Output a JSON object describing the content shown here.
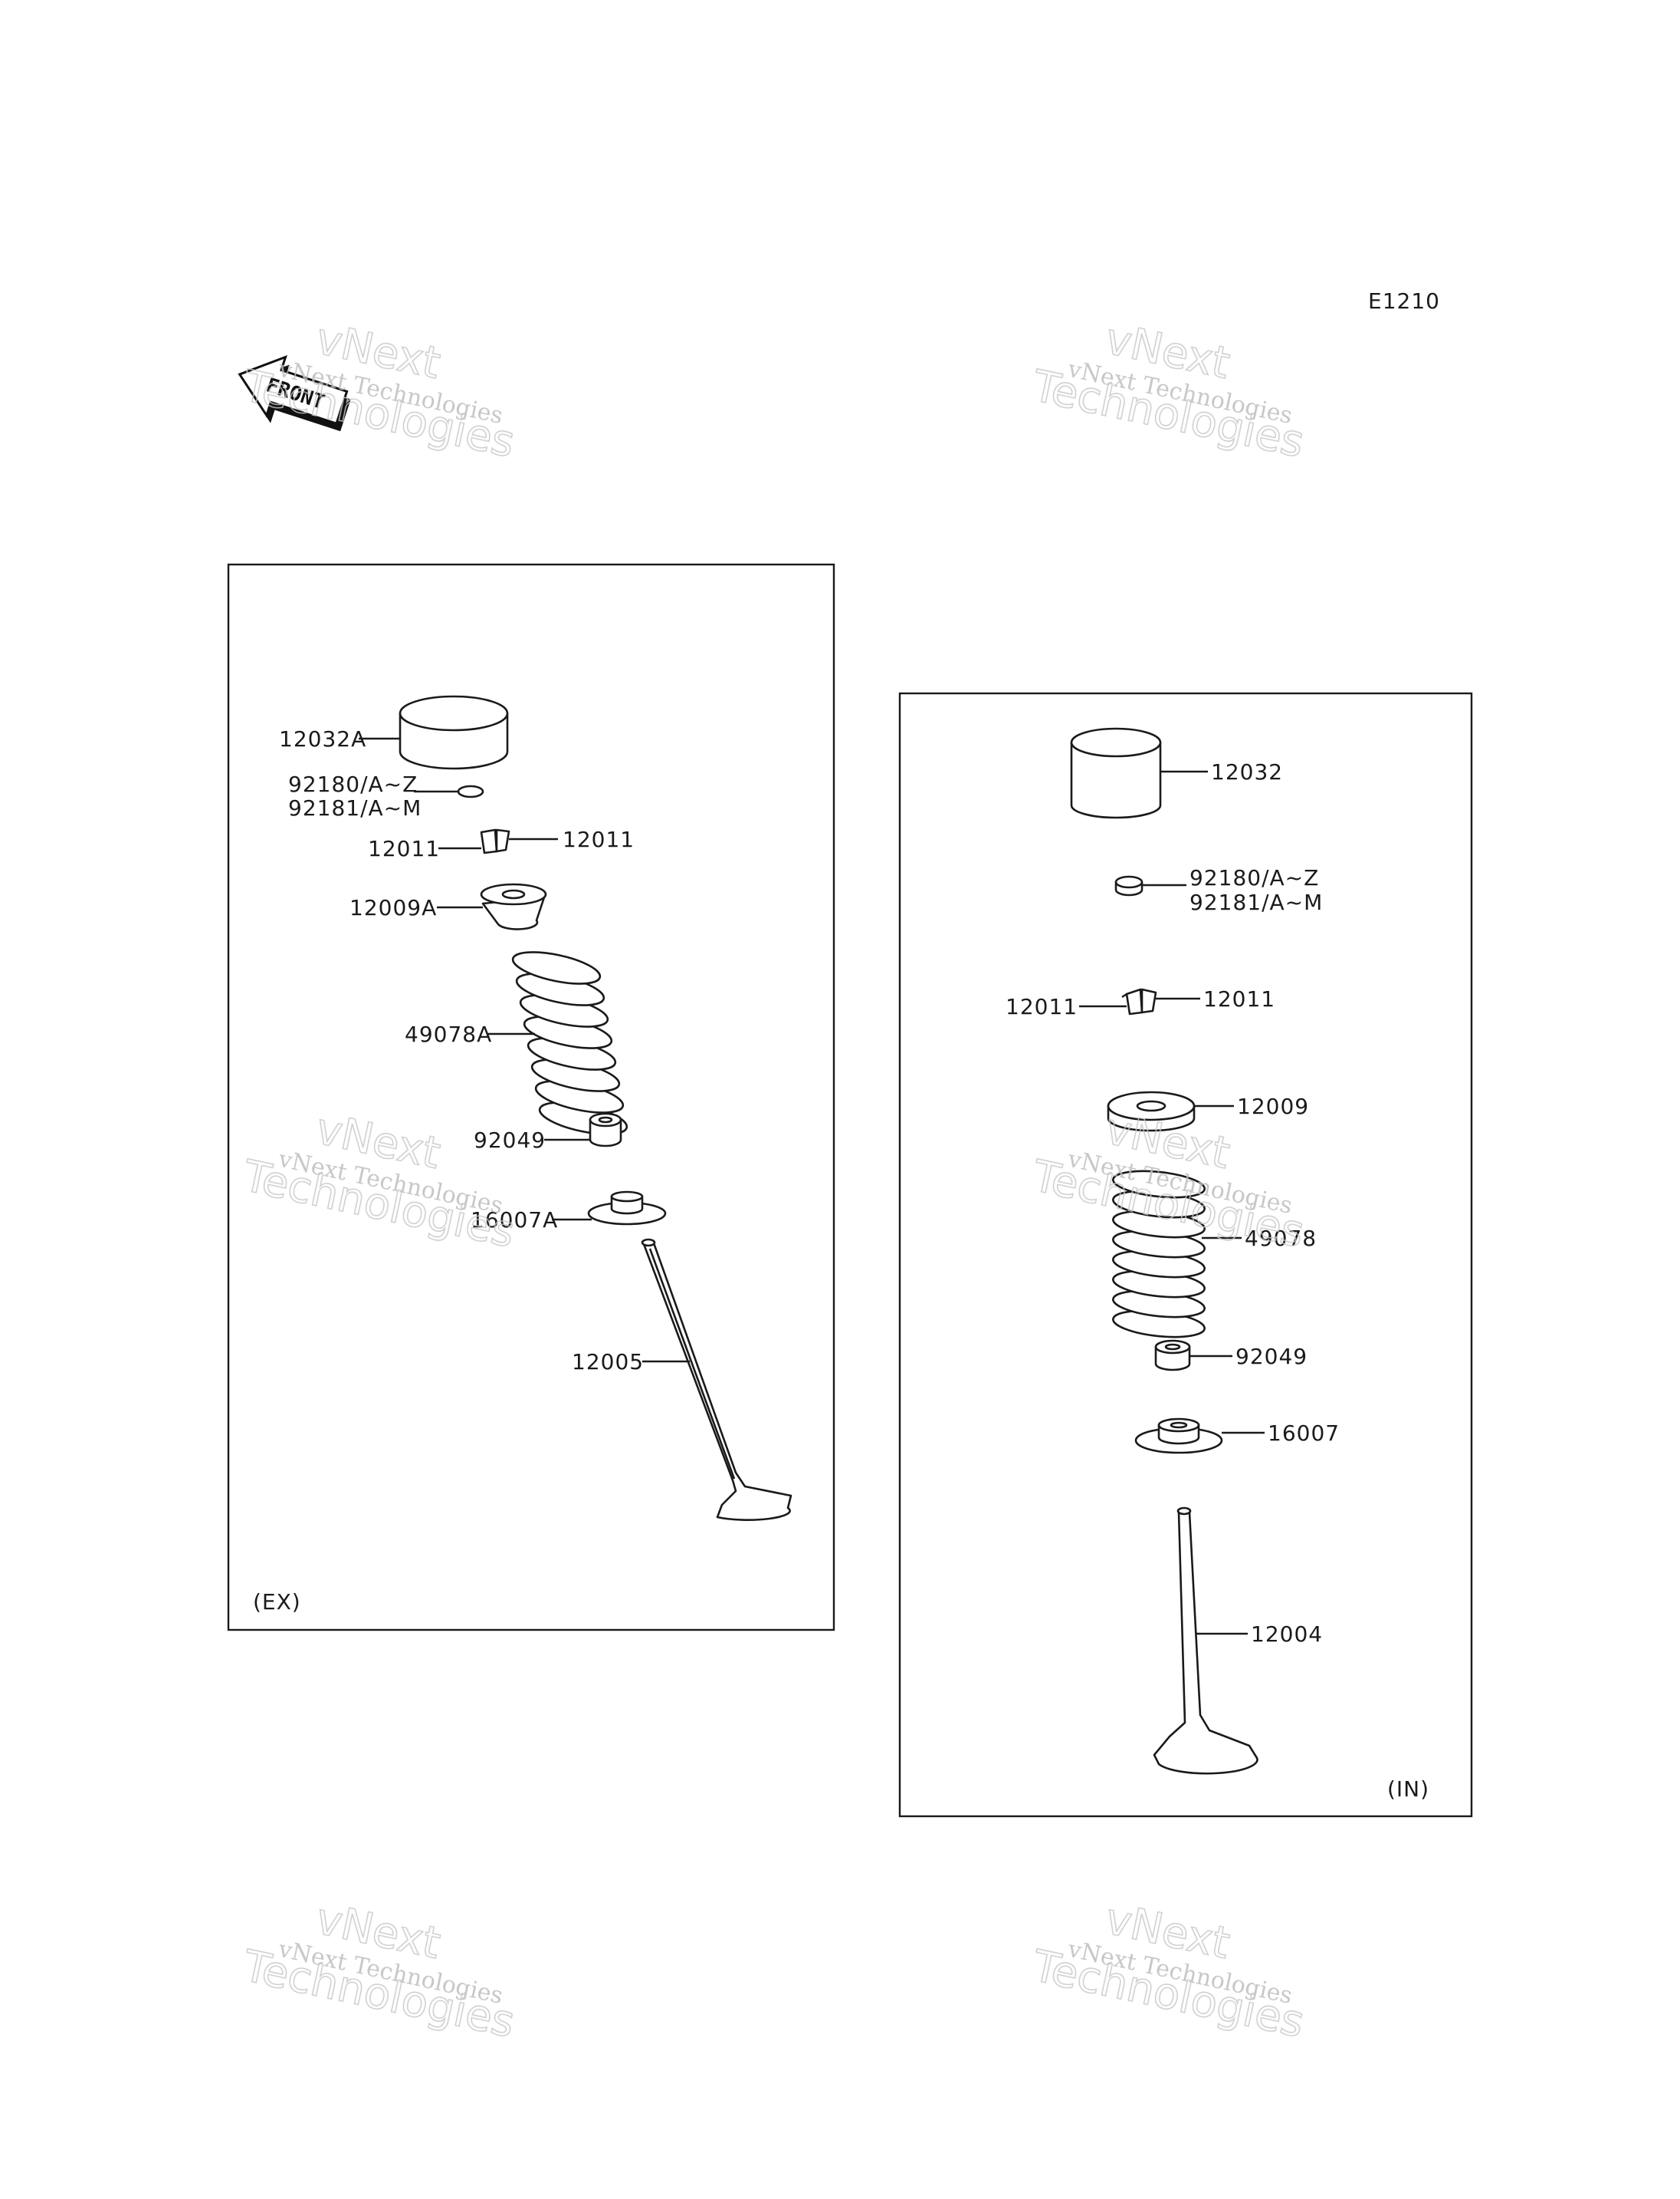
{
  "diagram_code": "E1210",
  "front_label": "FRONT",
  "watermark": {
    "line_small": "vNext Technologies",
    "line_big_1": "vNext",
    "line_big_2": "Technologies"
  },
  "panels": {
    "exhaust": {
      "tag": "(EX)",
      "labels": {
        "tappet": "12032A",
        "shim_a": "92180/A~Z",
        "shim_b": "92181/A~M",
        "cotter_left": "12011",
        "cotter_right": "12011",
        "retainer": "12009A",
        "spring": "49078A",
        "seal": "92049",
        "seat": "16007A",
        "valve": "12005"
      }
    },
    "intake": {
      "tag": "(IN)",
      "labels": {
        "tappet": "12032",
        "shim_a": "92180/A~Z",
        "shim_b": "92181/A~M",
        "cotter_left": "12011",
        "cotter_right": "12011",
        "retainer": "12009",
        "spring": "49078",
        "seal": "92049",
        "seat": "16007",
        "valve": "12004"
      }
    }
  }
}
